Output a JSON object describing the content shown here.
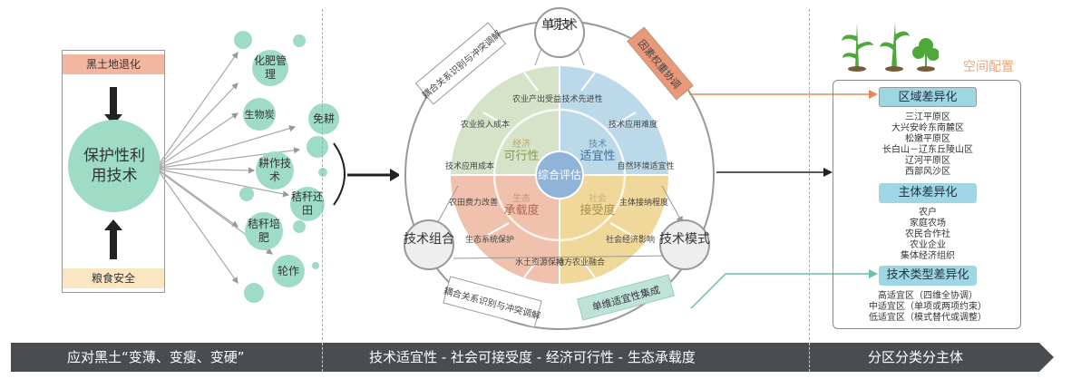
{
  "left": {
    "top_tag": "黑土地退化",
    "bottom_tag": "粮食安全",
    "core": "保护性利用技术",
    "techs": [
      "化肥管理",
      "生物炭",
      "免耕",
      "耕作技术",
      "秸秆还田",
      "秸秆培肥",
      "轮作"
    ]
  },
  "wheel": {
    "single": "单项技术",
    "combo": "技术组合",
    "mode": "技术模式",
    "center": "综合评估",
    "coupling_top": "耦合关系识别与冲突调解",
    "coupling_bottom": "耦合关系识别与冲突调解",
    "weight": "因素权重协调",
    "integration": "单维适宜性集成",
    "dims": [
      {
        "sub": "经济",
        "main": "可行性",
        "items": [
          "农业产出受益",
          "农业投入成本",
          "技术应用成本"
        ],
        "color": "#d6e3c8"
      },
      {
        "sub": "技术",
        "main": "适宜性",
        "items": [
          "技术先进性",
          "技术应用难度",
          "自然环境适宜性"
        ],
        "color": "#bcd9ea"
      },
      {
        "sub": "社会",
        "main": "接受度",
        "items": [
          "主体接纳程度",
          "社会经济影响",
          "地方农业融合"
        ],
        "color": "#f0d89a"
      },
      {
        "sub": "生态",
        "main": "承载度",
        "items": [
          "农田费力改善",
          "生态系统保护",
          "水土资源保持"
        ],
        "color": "#f0c2ad"
      }
    ]
  },
  "right": {
    "spatial": "空间配置",
    "groups": [
      {
        "title": "区域差异化",
        "items": [
          "三江平原区",
          "大兴安岭东南麓区",
          "松嫩平原区",
          "长白山－辽东丘陵山区",
          "辽河平原区",
          "西部风沙区"
        ]
      },
      {
        "title": "主体差异化",
        "items": [
          "农户",
          "家庭农场",
          "农民合作社",
          "农业企业",
          "集体经济组织"
        ]
      },
      {
        "title": "技术类型差异化",
        "items": [
          "高适宜区（四维全协调）",
          "中适宜区（单项或两项约束）",
          "低适宜区（模式替代或调整）"
        ]
      }
    ]
  },
  "bottom": {
    "left": "应对黑土“变薄、变瘦、变硬”",
    "middle": "技术适宜性 - 社会可接受度 - 经济可行性 - 生态承载度",
    "right": "分区分类分主体"
  }
}
